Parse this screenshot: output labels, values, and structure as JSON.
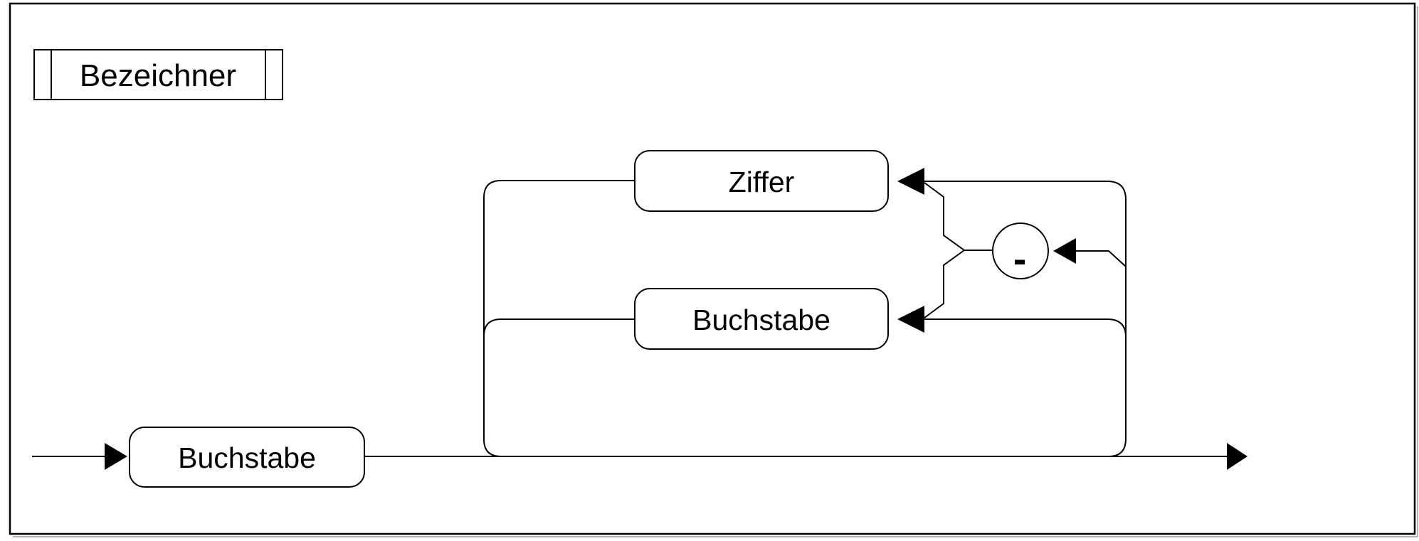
{
  "diagram": {
    "title": "Bezeichner",
    "type": "railroad-syntax-diagram",
    "main_path": {
      "first_node": {
        "label": "Buchstabe",
        "kind": "nonterminal"
      }
    },
    "loop": {
      "top_branch": {
        "label": "Ziffer",
        "kind": "nonterminal"
      },
      "middle_branch": {
        "label": "-",
        "kind": "terminal-circle"
      },
      "bottom_branch": {
        "label": "Buchstabe",
        "kind": "nonterminal"
      }
    }
  },
  "colors": {
    "line": "#000000",
    "background": "#ffffff",
    "border_shadow": "#9a9a9a"
  }
}
